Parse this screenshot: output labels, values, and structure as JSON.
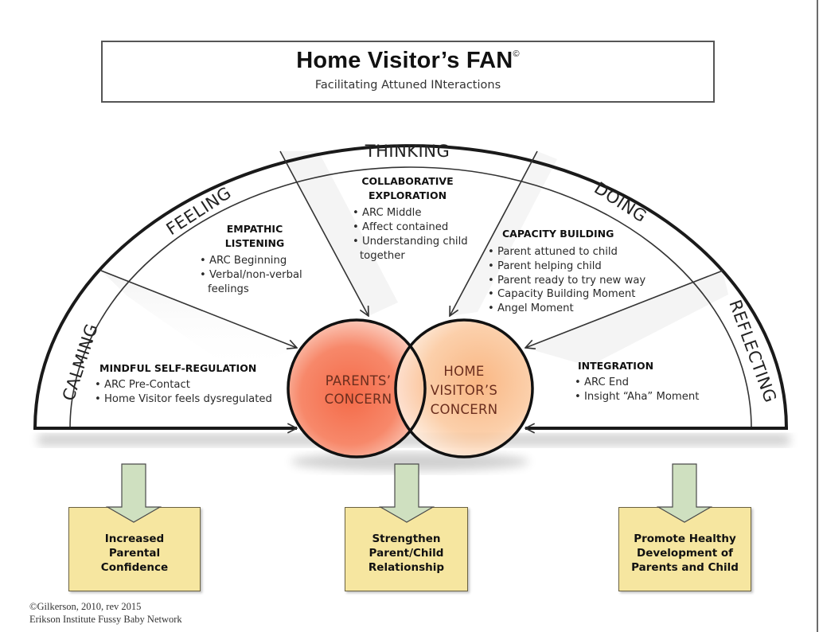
{
  "header": {
    "title": "Home Visitor’s FAN",
    "copyright_mark": "©",
    "subtitle": "Facilitating Attuned INteractions"
  },
  "bands": {
    "calming": "CALMING",
    "feeling": "FEELING",
    "thinking": "THINKING",
    "doing": "DOING",
    "reflecting": "REFLECTING"
  },
  "sections": {
    "calming": {
      "title": "MINDFUL SELF-REGULATION",
      "bullets": [
        "• ARC Pre-Contact",
        "• Home Visitor feels dysregulated"
      ]
    },
    "feeling": {
      "title_lines": [
        "EMPATHIC",
        "LISTENING"
      ],
      "bullets": [
        "• ARC Beginning",
        "• Verbal/non-verbal",
        "  feelings"
      ]
    },
    "thinking": {
      "title_lines": [
        "COLLABORATIVE",
        "EXPLORATION"
      ],
      "bullets": [
        "• ARC Middle",
        "• Affect contained",
        "• Understanding child",
        "  together"
      ]
    },
    "doing": {
      "title": "CAPACITY BUILDING",
      "bullets": [
        "• Parent attuned to child",
        "• Parent helping child",
        "• Parent ready to try new way",
        "• Capacity Building Moment",
        "• Angel Moment"
      ]
    },
    "reflecting": {
      "title": "INTEGRATION",
      "bullets": [
        "• ARC End",
        "• Insight “Aha” Moment"
      ]
    }
  },
  "circles": {
    "parents": [
      "PARENTS’",
      "CONCERN"
    ],
    "home_visitor": [
      "HOME",
      "VISITOR’S",
      "CONCERN"
    ]
  },
  "outcomes": [
    {
      "lines": [
        "Increased",
        "Parental",
        "Confidence"
      ]
    },
    {
      "lines": [
        "Strengthen",
        "Parent/Child",
        "Relationship"
      ]
    },
    {
      "lines": [
        "Promote Healthy",
        "Development of",
        "Parents and Child"
      ]
    }
  ],
  "colors": {
    "parents_circle": "#f2643f",
    "home_visitor_circle": "#f7a66a",
    "outcome_box": "#f6e6a0",
    "outcome_arrow": "#cfe0c0"
  },
  "footer": {
    "line1": "©Gilkerson, 2010, rev 2015",
    "line2": "Erikson Institute Fussy Baby Network"
  }
}
